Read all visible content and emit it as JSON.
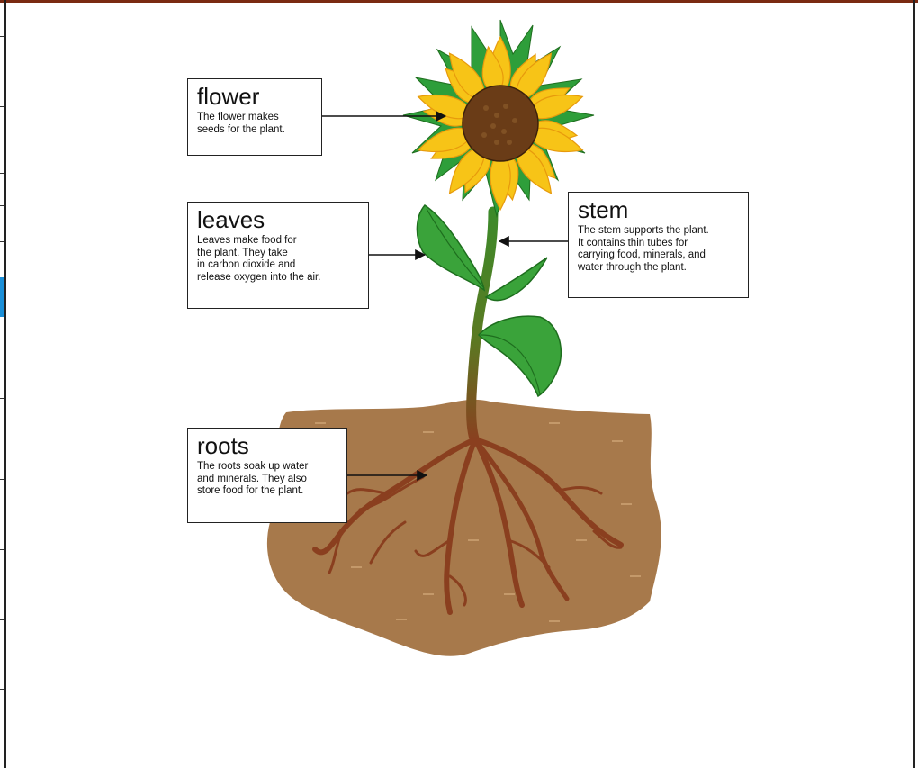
{
  "labels": {
    "flower": {
      "title": "flower",
      "desc": "The flower makes\nseeds for the plant."
    },
    "leaves": {
      "title": "leaves",
      "desc": "Leaves make food for\nthe plant. They take\nin carbon dioxide and\nrelease oxygen into the air."
    },
    "stem": {
      "title": "stem",
      "desc": "The stem supports the plant.\nIt contains thin tubes for\ncarrying food, minerals, and\nwater through the plant."
    },
    "roots": {
      "title": "roots",
      "desc": "The roots soak up water\nand minerals. They also\nstore food for the plant."
    }
  },
  "colors": {
    "petal": "#f7c417",
    "petal_edge": "#e79a0c",
    "sepal": "#2e9e3a",
    "flower_center": "#6a3c17",
    "leaf": "#3aa33a",
    "stem": "#3c8a2a",
    "soil": "#a7794b",
    "root": "#8a3f1f",
    "frame_top": "#7a2a12",
    "side_marker": "#1a8fd8"
  }
}
